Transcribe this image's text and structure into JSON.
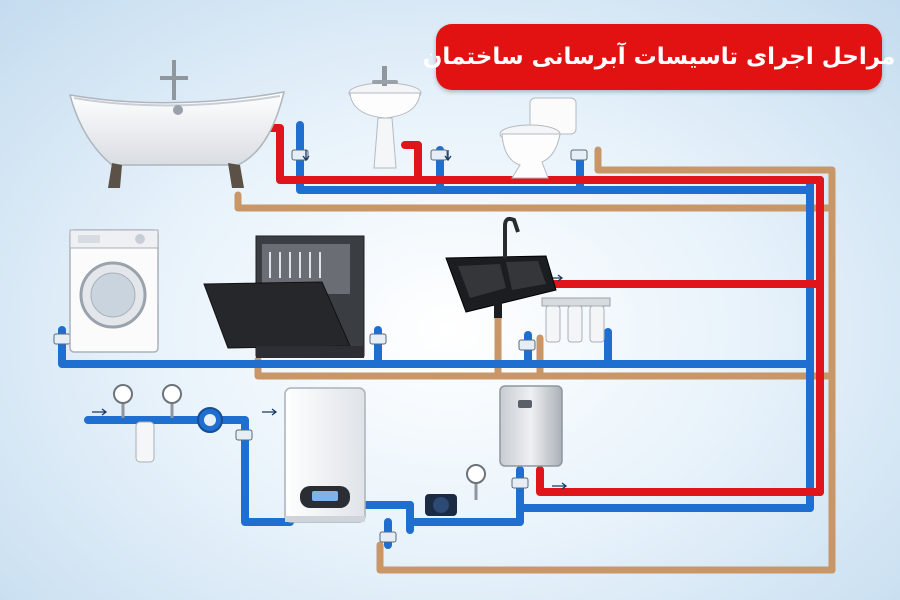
{
  "title": "مراحل اجرای تاسیسات آبرسانی ساختمان",
  "colors": {
    "title_bg": "#e31212",
    "title_text": "#ffffff",
    "hot_water_pipe": "#e0141b",
    "cold_water_pipe": "#1f6fd1",
    "drain_pipe": "#c99668",
    "background": "#dbeaf6"
  },
  "fixtures": [
    "bathtub",
    "pedestal-sink",
    "toilet",
    "washing-machine",
    "dishwasher",
    "kitchen-sink",
    "water-filter-cartridges",
    "wall-boiler",
    "electric-water-heater",
    "circulation-pump",
    "water-meter",
    "pressure-gauges",
    "sediment-filter"
  ]
}
